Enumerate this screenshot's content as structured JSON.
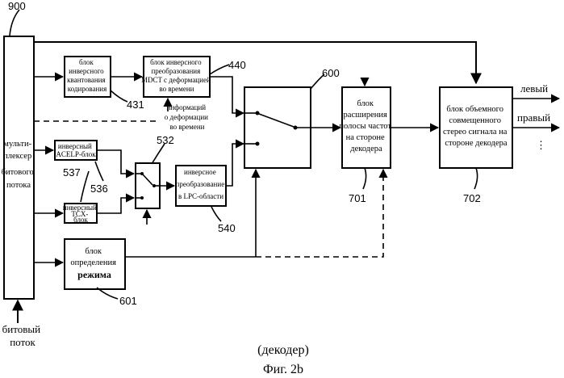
{
  "refs": {
    "r900": "900",
    "r440": "440",
    "r431": "431",
    "r600": "600",
    "r532": "532",
    "r537": "537",
    "r536": "536",
    "r540": "540",
    "r701": "701",
    "r702": "702",
    "r601": "601"
  },
  "blocks": {
    "demux": [
      "мульти-",
      "плексер",
      "битового",
      "потока"
    ],
    "inv_quant": [
      "блок",
      "инверсного",
      "квантования",
      "кодирования"
    ],
    "inv_mdct": [
      "блок инверсного",
      "преобразования",
      "MDCT с деформацией",
      "во времени"
    ],
    "acelp": [
      "инверсный",
      "ACELP-блок"
    ],
    "tcx": [
      "инверсный",
      "TCX-",
      "блок"
    ],
    "lpc": [
      "инверсное",
      "преобразование",
      "в LPC-области"
    ],
    "bwe": [
      "блок",
      "расширения",
      "полосы частот",
      "на стороне",
      "декодера"
    ],
    "stereo": [
      "блок объемного",
      "совмещенного",
      "стерео сигнала на",
      "стороне декодера"
    ],
    "mode": [
      "блок",
      "определения",
      "режима"
    ]
  },
  "warp_info": [
    "информаций",
    "о деформации",
    "во времени"
  ],
  "outputs": {
    "left": "левый",
    "right": "правый",
    "more": "⋮"
  },
  "input": [
    "битовый",
    "поток"
  ],
  "caption": {
    "line1": "(декодер)",
    "line2": "Фиг. 2b"
  }
}
